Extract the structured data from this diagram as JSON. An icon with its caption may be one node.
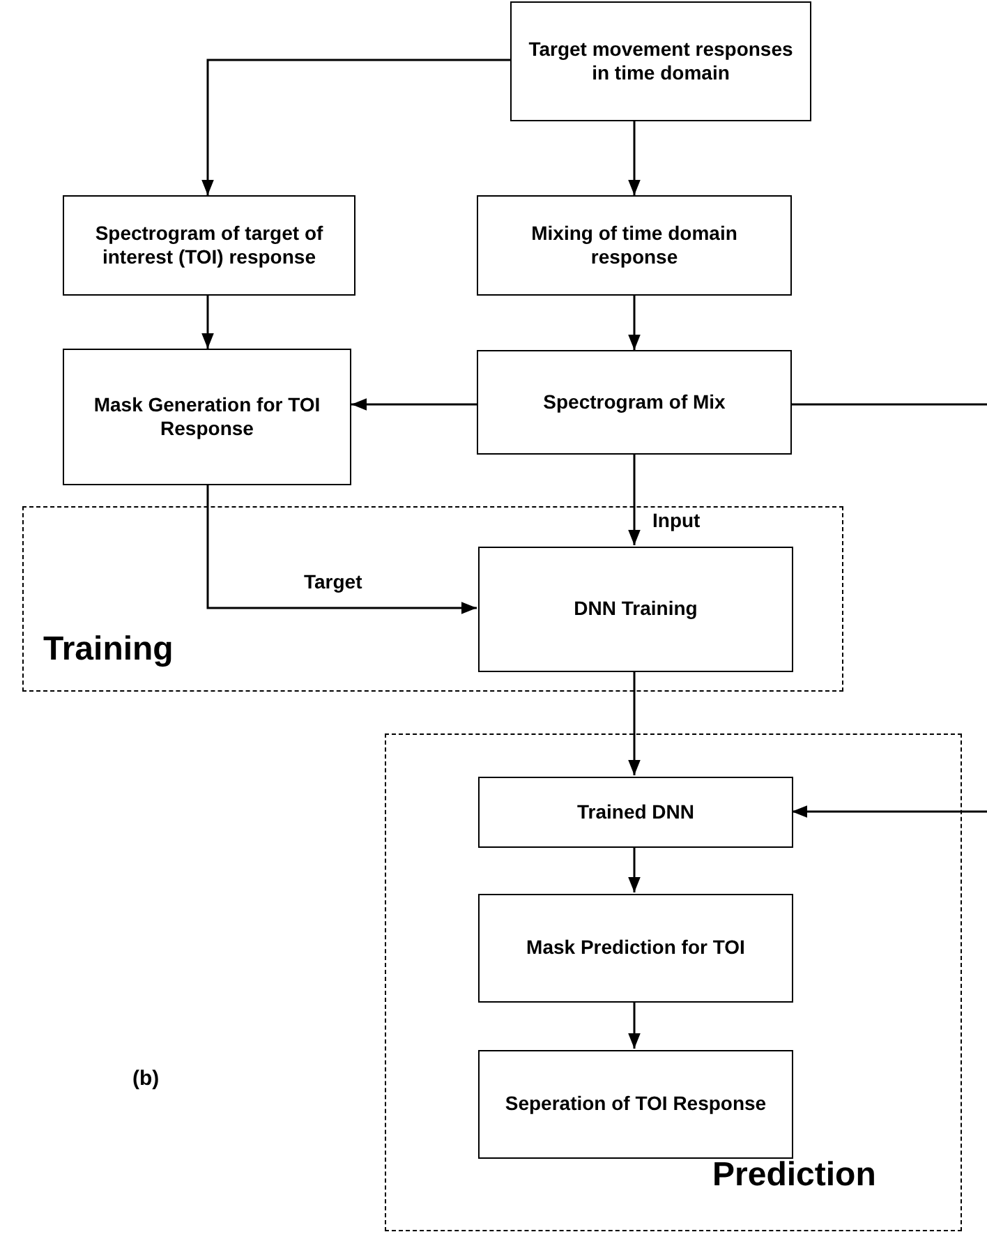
{
  "diagram": {
    "nodes": [
      {
        "text": [
          "Target movement responses in time domain"
        ]
      },
      {
        "text": [
          "Spectrogram of target of interest (TOI) response"
        ]
      },
      {
        "text": [
          "Mixing of time domain response"
        ]
      },
      {
        "text": [
          "Mask Generation for TOI Response"
        ]
      },
      {
        "text": [
          "Spectrogram of Mix"
        ]
      },
      {
        "text": [
          "Training"
        ]
      },
      {
        "text": [
          "DNN Training"
        ],
        "in": 5
      },
      {
        "text": [
          "Prediction"
        ]
      },
      {
        "text": [
          "Trained DNN"
        ],
        "in": 7
      },
      {
        "text": [
          "Mask Prediction for TOI"
        ],
        "in": 7
      },
      {
        "text": [
          "Seperation of TOI Response"
        ],
        "in": 7
      }
    ],
    "edges": [
      {
        "from": 0,
        "to": 1,
        "arrow": "to"
      },
      {
        "from": 0,
        "to": 2,
        "arrow": "to"
      },
      {
        "from": 1,
        "to": 3,
        "arrow": "to"
      },
      {
        "from": 2,
        "to": 4,
        "arrow": "to"
      },
      {
        "from": 4,
        "to": 3,
        "arrow": "to"
      },
      {
        "from": 4,
        "to": null,
        "arrow": "none"
      },
      {
        "from": 4,
        "to": 6,
        "arrow": "to",
        "label": "Input"
      },
      {
        "from": 3,
        "to": 6,
        "arrow": "to",
        "label": "Target"
      },
      {
        "from": 6,
        "to": 8,
        "arrow": "to"
      },
      {
        "from": null,
        "to": 8,
        "arrow": "to"
      },
      {
        "from": 8,
        "to": 9,
        "arrow": "to"
      },
      {
        "from": 9,
        "to": 10,
        "arrow": "to"
      }
    ],
    "labels": [
      "(b)"
    ]
  }
}
